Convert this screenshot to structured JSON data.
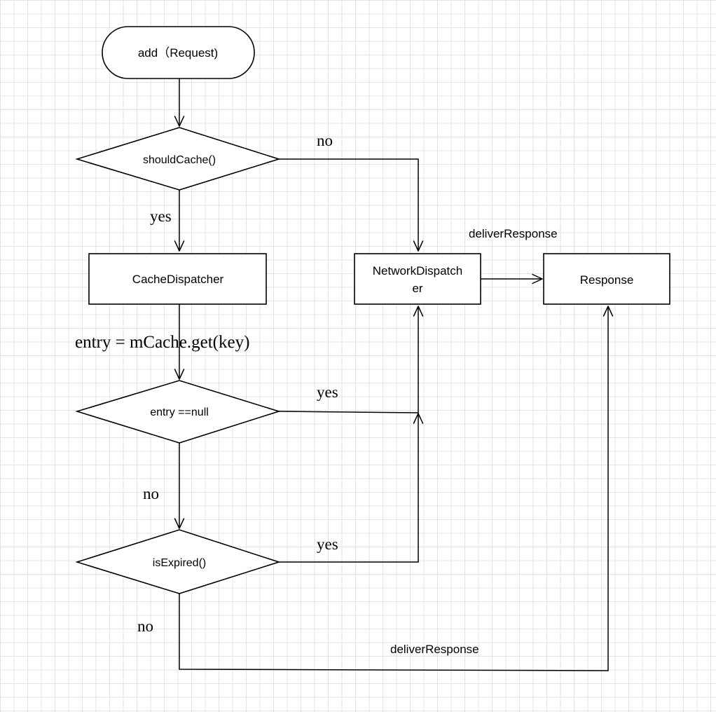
{
  "nodes": {
    "start": {
      "label": "add（Request)"
    },
    "should_cache": {
      "label": "shouldCache()"
    },
    "cache_dispatcher": {
      "label": "CacheDispatcher"
    },
    "network_dispatcher": {
      "line1": "NetworkDispatch",
      "line2": "er"
    },
    "response": {
      "label": "Response"
    },
    "entry_null": {
      "label": "entry ==null"
    },
    "is_expired": {
      "label": "isExpired()"
    }
  },
  "edge_labels": {
    "should_cache_no": "no",
    "should_cache_yes": "yes",
    "cache_get": "entry = mCache.get(key)",
    "entry_null_yes": "yes",
    "entry_null_no": "no",
    "is_expired_yes": "yes",
    "is_expired_no": "no",
    "deliver_response_top": "deliverResponse",
    "deliver_response_bottom": "deliverResponse"
  }
}
